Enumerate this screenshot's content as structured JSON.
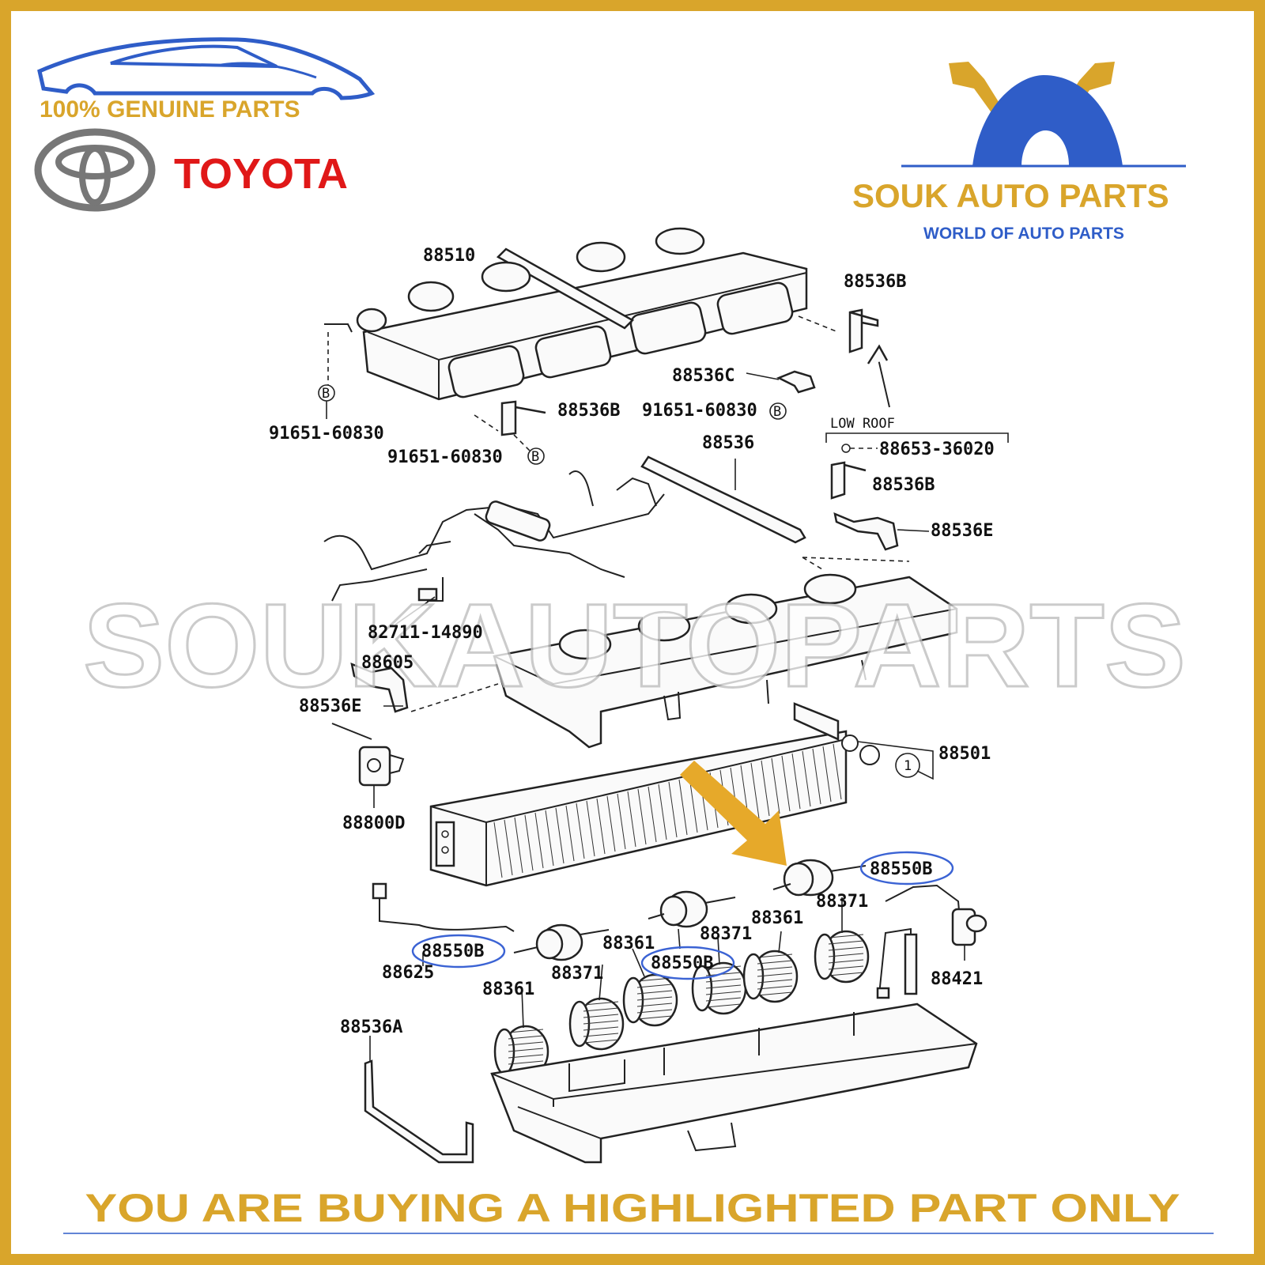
{
  "branding": {
    "genuine_text": "100% GENUINE PARTS",
    "maker_name": "TOYOTA",
    "store_name": "SOUK AUTO PARTS",
    "store_tagline": "WORLD OF AUTO PARTS",
    "watermark": "SOUKAUTOPARTS",
    "colors": {
      "gold": "#d9a52b",
      "red": "#e01818",
      "blue": "#2f5dc8",
      "highlight": "#3b63d4"
    }
  },
  "diagram": {
    "callouts": {
      "c88510": "88510",
      "c88536b_top": "88536B",
      "c88536c": "88536C",
      "c91651_left": "91651-60830",
      "c91651_right": "91651-60830",
      "c91651_mid": "91651-60830",
      "c88536b_mid": "88536B",
      "low_roof": "LOW ROOF",
      "c88653": "88653-36020",
      "c88536": "88536",
      "c88536b_low": "88536B",
      "c88536e_right": "88536E",
      "c82711": "82711-14890",
      "c88605": "88605",
      "c88536e_left": "88536E",
      "c88501": "88501",
      "c88800d": "88800D",
      "c88550b_right": "88550B",
      "c88371_a": "88371",
      "c88361_a": "88361",
      "c88371_b": "88371",
      "c88361_b": "88361",
      "c88550b_mid": "88550B",
      "c88550b_left": "88550B",
      "c88625": "88625",
      "c88371_c": "88371",
      "c88361_c": "88361",
      "c88421": "88421",
      "c88536a": "88536A",
      "ref_b": "B",
      "ref_1": "1"
    }
  },
  "footer": {
    "notice": "YOU ARE BUYING A HIGHLIGHTED PART ONLY"
  }
}
